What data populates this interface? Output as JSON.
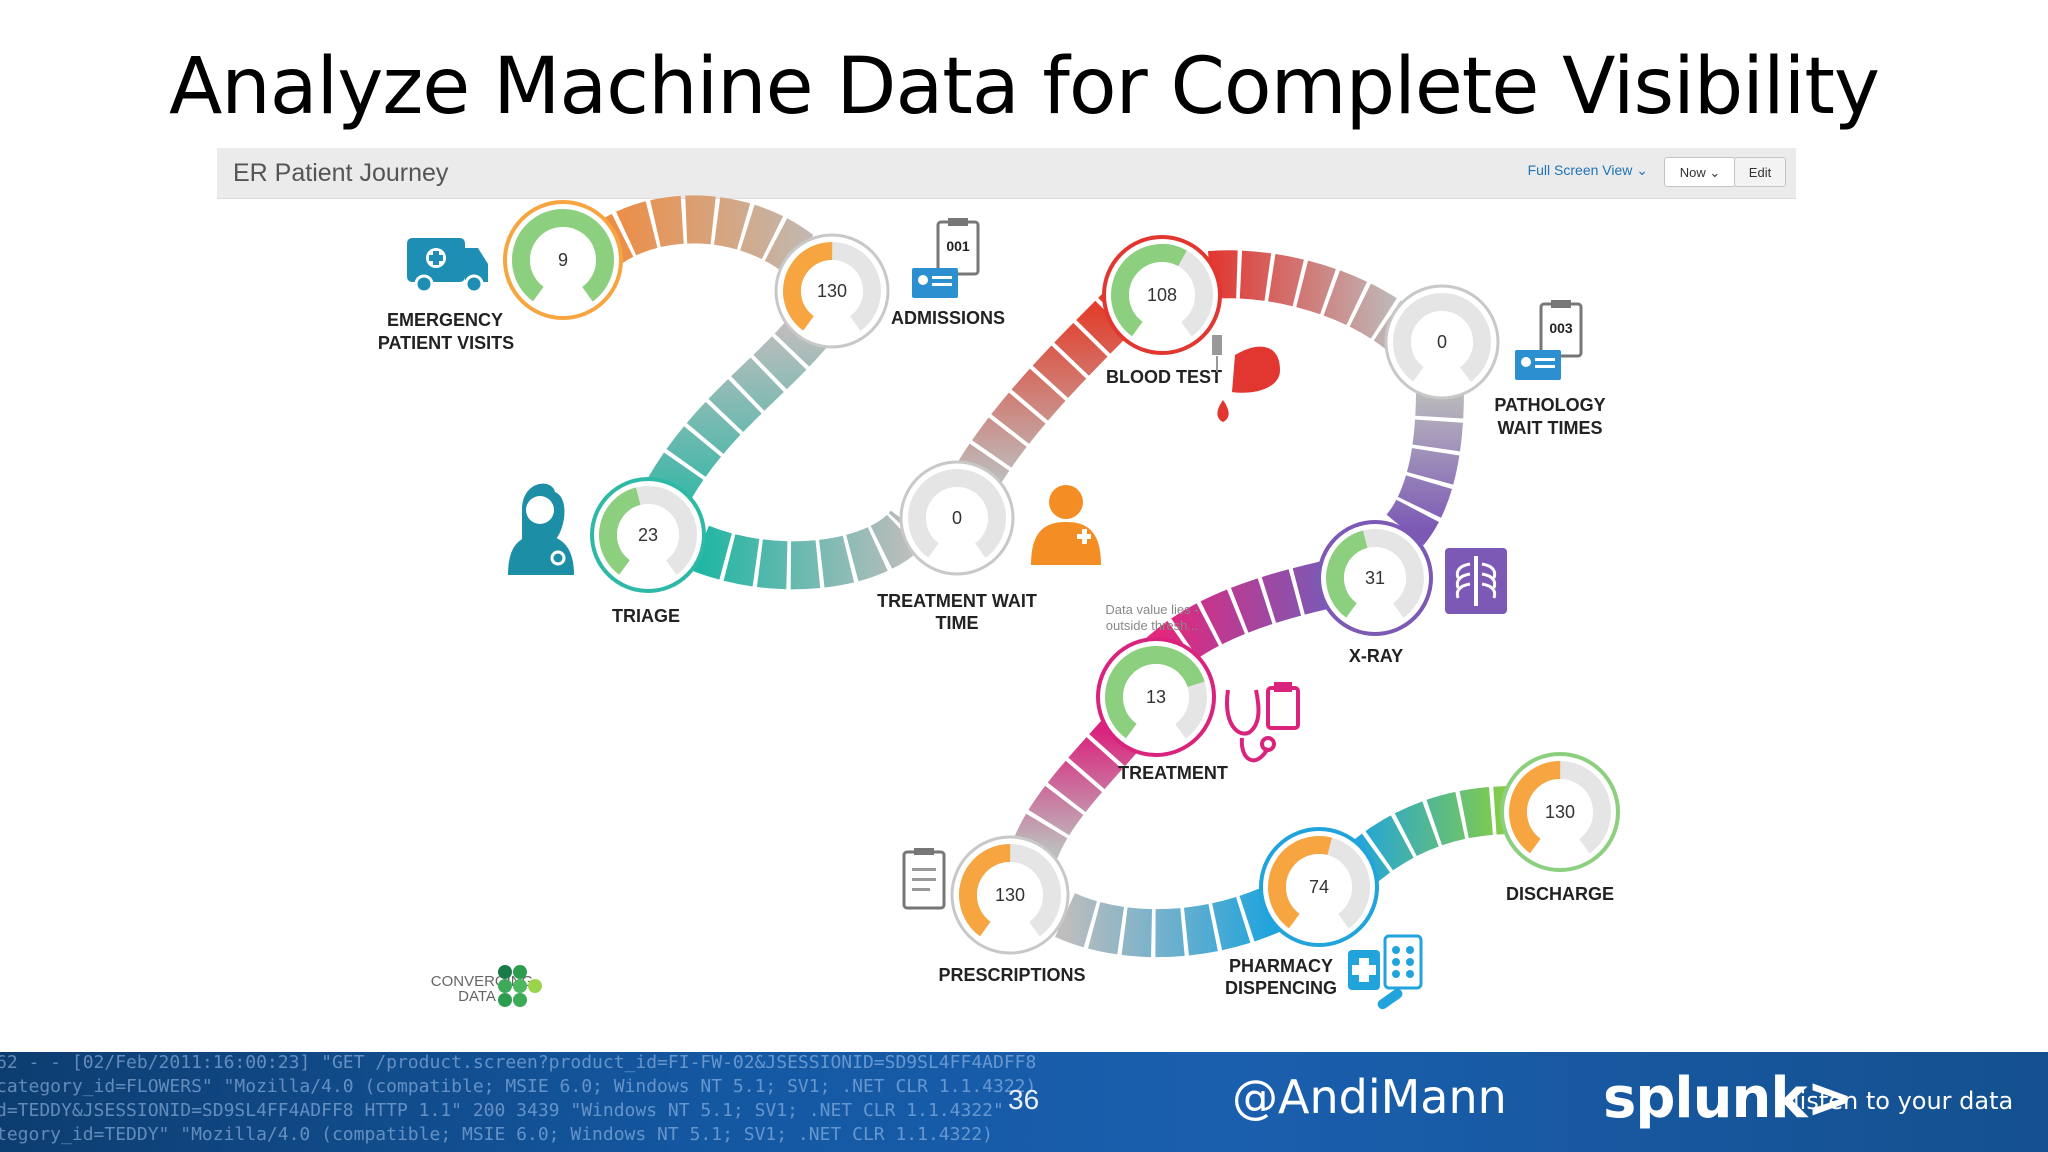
{
  "slide": {
    "title": "Analyze Machine Data for Complete Visibility",
    "page_number": "36",
    "handle": "@AndiMann",
    "brand": "splunk>",
    "tagline": "listen to your data",
    "log_lines": [
      "62 - - [02/Feb/2011:16:00:23] \"GET /product.screen?product_id=FI-FW-02&JSESSIONID=SD9SL4FF4ADFF8",
      "category_id=FLOWERS\" \"Mozilla/4.0 (compatible; MSIE 6.0; Windows NT 5.1; SV1; .NET CLR 1.1.4322)",
      "d=TEDDY&JSESSIONID=SD9SL4FF4ADFF8 HTTP 1.1\" 200 3439 \"Windows NT 5.1; SV1; .NET CLR 1.1.4322\"",
      "tegory_id=TEDDY\" \"Mozilla/4.0 (compatible; MSIE 6.0; Windows NT 5.1; SV1; .NET CLR 1.1.4322)"
    ]
  },
  "dashboard": {
    "title": "ER Patient Journey",
    "full_screen_label": "Full Screen View",
    "time_label": "Now",
    "edit_label": "Edit",
    "warning_text": [
      "Data value lies -",
      "outside thresh..."
    ],
    "logo_text": [
      "CONVERGING",
      "DATA"
    ],
    "colors": {
      "green": "#8ccf7e",
      "orange": "#f7a541",
      "teal": "#2eb9a6",
      "red": "#e23630",
      "purple": "#7b59b5",
      "magenta": "#d9237d",
      "blue": "#21a4dc"
    },
    "stages": [
      {
        "id": "emergency",
        "value": "9",
        "label": [
          "EMERGENCY",
          "PATIENT VISITS"
        ],
        "icon": "ambulance-icon"
      },
      {
        "id": "admissions",
        "value": "130",
        "label": [
          "ADMISSIONS"
        ],
        "icon": "clipboard-id-icon",
        "badge": "001"
      },
      {
        "id": "triage",
        "value": "23",
        "label": [
          "TRIAGE"
        ],
        "icon": "nurse-icon"
      },
      {
        "id": "treatment-wait",
        "value": "0",
        "label": [
          "TREATMENT WAIT",
          "TIME"
        ],
        "icon": "doctor-icon"
      },
      {
        "id": "blood-test",
        "value": "108",
        "label": [
          "BLOOD TEST"
        ],
        "icon": "blood-drop-icon"
      },
      {
        "id": "pathology",
        "value": "0",
        "label": [
          "PATHOLOGY",
          "WAIT TIMES"
        ],
        "icon": "clipboard-id-icon",
        "badge": "003"
      },
      {
        "id": "x-ray",
        "value": "31",
        "label": [
          "X-RAY"
        ],
        "icon": "xray-icon"
      },
      {
        "id": "treatment",
        "value": "13",
        "label": [
          "TREATMENT"
        ],
        "icon": "stethoscope-icon"
      },
      {
        "id": "prescriptions",
        "value": "130",
        "label": [
          "PRESCRIPTIONS"
        ],
        "icon": "prescription-icon"
      },
      {
        "id": "pharmacy",
        "value": "74",
        "label": [
          "PHARMACY",
          "DISPENCING"
        ],
        "icon": "pills-icon"
      },
      {
        "id": "discharge",
        "value": "130",
        "label": [
          "DISCHARGE"
        ],
        "icon": "discharge-icon"
      }
    ]
  }
}
